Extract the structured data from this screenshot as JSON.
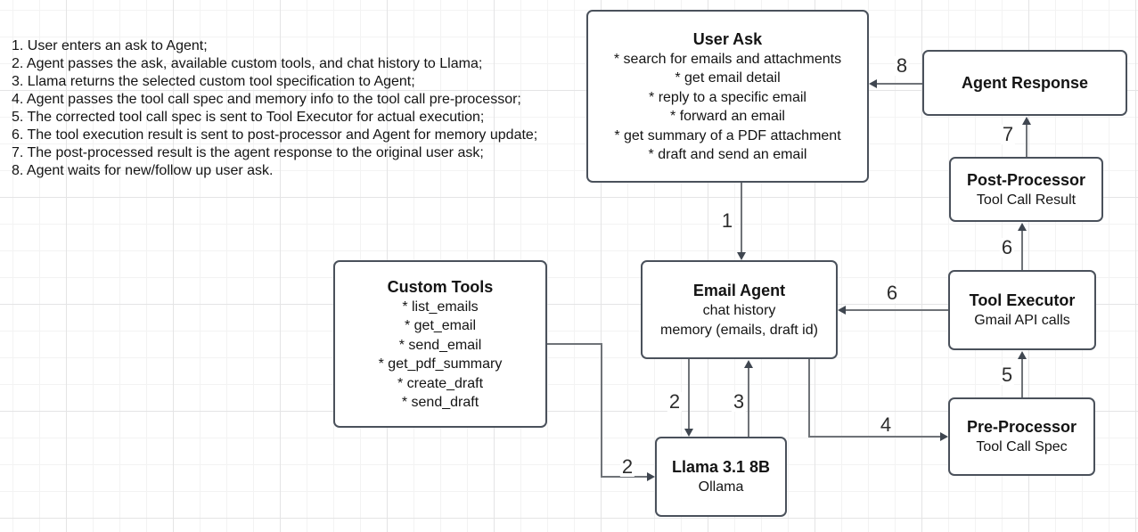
{
  "instructions": [
    "1. User enters an ask to Agent;",
    "2. Agent passes the ask, available custom tools, and chat history to Llama;",
    "3. Llama returns the selected custom tool specification to Agent;",
    "4. Agent passes the tool call spec and memory info to the tool call pre-processor;",
    "5. The corrected tool call spec is sent to Tool Executor for actual execution;",
    "6. The tool execution result is sent to post-processor and Agent for memory update;",
    "7. The post-processed result is the agent response to the original user ask;",
    "8. Agent waits for new/follow up user ask."
  ],
  "nodes": {
    "user_ask": {
      "title": "User Ask",
      "lines": [
        "* search for emails and attachments",
        "* get email detail",
        "* reply to a specific email",
        "* forward an email",
        "* get summary of a PDF attachment",
        "* draft and send an email"
      ]
    },
    "agent_response": {
      "title": "Agent Response",
      "lines": []
    },
    "post_processor": {
      "title": "Post-Processor",
      "lines": [
        "Tool Call Result"
      ]
    },
    "tool_executor": {
      "title": "Tool Executor",
      "lines": [
        "Gmail API calls"
      ]
    },
    "pre_processor": {
      "title": "Pre-Processor",
      "lines": [
        "Tool Call Spec"
      ]
    },
    "email_agent": {
      "title": "Email Agent",
      "lines": [
        "chat history",
        "memory (emails, draft id)"
      ]
    },
    "custom_tools": {
      "title": "Custom Tools",
      "lines": [
        "* list_emails",
        "* get_email",
        "* send_email",
        "* get_pdf_summary",
        "* create_draft",
        "* send_draft"
      ]
    },
    "llama": {
      "title": "Llama 3.1 8B",
      "lines": [
        "Ollama"
      ]
    }
  },
  "edges": [
    {
      "id": "step1",
      "label": "1",
      "from": "user_ask",
      "to": "email_agent"
    },
    {
      "id": "step2-agent-to-llama",
      "label": "2",
      "from": "email_agent",
      "to": "llama"
    },
    {
      "id": "step2-tools-to-llama",
      "label": "2",
      "from": "custom_tools",
      "to": "llama"
    },
    {
      "id": "step3",
      "label": "3",
      "from": "llama",
      "to": "email_agent"
    },
    {
      "id": "step4",
      "label": "4",
      "from": "email_agent",
      "to": "pre_processor"
    },
    {
      "id": "step5",
      "label": "5",
      "from": "pre_processor",
      "to": "tool_executor"
    },
    {
      "id": "step6-to-post-processor",
      "label": "6",
      "from": "tool_executor",
      "to": "post_processor"
    },
    {
      "id": "step6-to-agent",
      "label": "6",
      "from": "tool_executor",
      "to": "email_agent"
    },
    {
      "id": "step7",
      "label": "7",
      "from": "post_processor",
      "to": "agent_response"
    },
    {
      "id": "step8",
      "label": "8",
      "from": "agent_response",
      "to": "user_ask"
    }
  ],
  "colors": {
    "node_border": "#4a515b",
    "edge_line": "#6f7378",
    "text": "#141414",
    "grid_minor": "#f3f3f3",
    "grid_major": "#e4e4e5",
    "background": "#ffffff"
  }
}
